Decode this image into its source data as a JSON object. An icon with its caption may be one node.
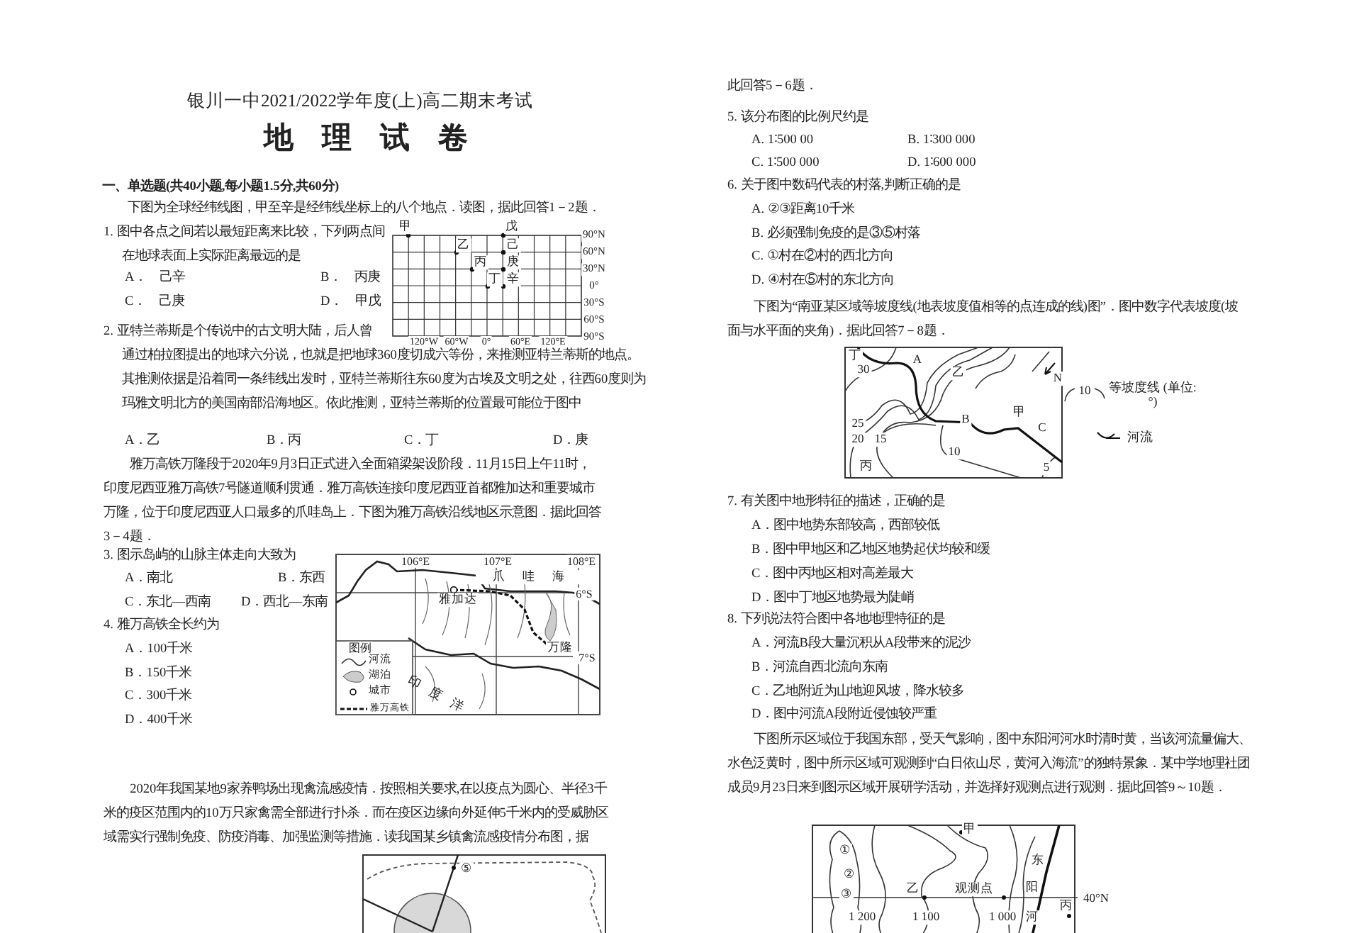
{
  "diagram": {
    "title": "地理试卷",
    "labels": [
      "银川一中2021/2022学年度(上)高二期末考试",
      "一、单选题(共40小题,每小题1.5分,共60分)",
      "下图为全球经纬线图，甲至辛是经纬线坐标上的八个地点．读图，据此回答1－2题．",
      "1. 图中各点之间若以最短距离来比较，下列两点间在地球表面上实际距离最远的是",
      "A．　己辛",
      "B．　丙庚",
      "C．　己庚",
      "D．　甲戊",
      "2. 亚特兰蒂斯是个传说中的古文明大陆，后人曾通过柏拉图提出的地球六分说，也就是把地球360度切成六等份，来推测亚特兰蒂斯的地点。其推测依据是沿着同一条纬线出发时，亚特兰蒂斯往东60度为古埃及文明之处，往西60度则为玛雅文明北方的美国南部沿海地区。依此推测，亚特兰蒂斯的位置最可能位于图中",
      "A．乙",
      "B．丙",
      "C．丁",
      "D．庚",
      "雅万高铁万隆段于2020年9月3日正式进入全面箱梁架设阶段．11月15日上午11时，印度尼西亚雅万高铁7号隧道顺利贯通．雅万高铁连接印度尼西亚首都雅加达和重要城市万隆，位于印度尼西亚人口最多的爪哇岛上．下图为雅万高铁沿线地区示意图．据此回答3－4题．",
      "3. 图示岛屿的山脉主体走向大致为",
      "A．南北",
      "B．东西",
      "C．东北—西南",
      "D．西北—东南",
      "4. 雅万高铁全长约为",
      "A．100千米",
      "B．150千米",
      "C．300千米",
      "D．400千米",
      "2020年我国某地9家养鸭场出现禽流感疫情．按照相关要求,在以疫点为圆心、半径3千米的疫区范围内的10万只家禽需全部进行扑杀．而在疫区边缘向外延伸5千米内的受威胁区域需实行强制免疫、防疫消毒、加强监测等措施．读我国某乡镇禽流感疫情分布图，据",
      "此回答5－6题．",
      "5. 该分布图的比例尺约是",
      "A. 1∶500 00",
      "B. 1∶300 000",
      "C. 1∶500 000",
      "D. 1∶600 000",
      "6. 关于图中数码代表的村落,判断正确的是",
      "A. ②③距离10千米",
      "B. 必须强制免疫的是③⑤村落",
      "C. ①村在②村的西北方向",
      "D. ④村在⑤村的东北方向",
      "下图为“南亚某区域等坡度线(地表坡度值相等的点连成的线)图”．图中数字代表坡度(坡面与水平面的夹角)．据此回答7－8题．",
      "7. 有关图中地形特征的描述，正确的是",
      "A．图中地势东部较高，西部较低",
      "B．图中甲地区和乙地区地势起伏均较和缓",
      "C．图中丙地区相对高差最大",
      "D．图中丁地区地势最为陡峭",
      "8. 下列说法符合图中各地地理特征的是",
      "A．河流B段大量沉积从A段带来的泥沙",
      "B．河流自西北流向东南",
      "C．乙地附近为山地迎风坡，降水较多",
      "D．图中河流A段附近侵蚀较严重",
      "下图所示区域位于我国东部，受天气影响，图中东阳河河水时清时黄，当该河流量偏大、水色泛黄时，图中所示区域可观测到“白日依山尽，黄河入海流”的独特景象．某中学地理社团成员9月23日来到图示区域开展研学活动，并选择好观测点进行观测．据此回答9～10题．",
      "甲",
      "戊",
      "乙",
      "己",
      "丙",
      "庚",
      "丁",
      "辛",
      "90°N",
      "60°N",
      "30°N",
      "0°",
      "30°S",
      "60°S",
      "90°S",
      "120°W",
      "60°W",
      "0°",
      "60°E",
      "120°E",
      "106°E",
      "107°E",
      "108°E",
      "爪哇海",
      "6°S",
      "雅加达",
      "万隆",
      "7°S",
      "图例",
      "印度洋",
      "丁",
      "30",
      "A",
      "乙",
      "N",
      "25",
      "20",
      "15",
      "B",
      "甲",
      "C",
      "10",
      "丙",
      "5",
      "10",
      "①",
      "②",
      "③",
      "甲",
      "乙",
      "观测点",
      "东",
      "阳",
      "河",
      "丙",
      "40°N",
      "1 200",
      "1 100",
      "1 000",
      "⑤"
    ],
    "legend": [
      {
        "text": "河流"
      },
      {
        "text": "湖泊"
      },
      {
        "text": "城市"
      },
      {
        "text": "雅万高铁"
      },
      {
        "text": "等坡度线 (单位:°)"
      },
      {
        "text": "河流"
      }
    ]
  }
}
